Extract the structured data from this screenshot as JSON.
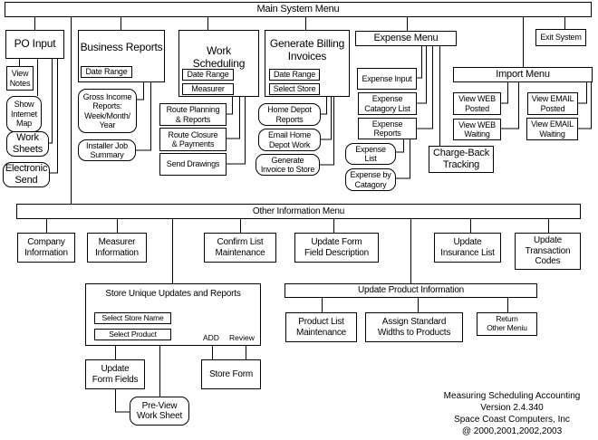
{
  "main_menu": "Main System Menu",
  "po_input": {
    "title": "PO Input",
    "items": [
      "View\nNotes",
      "Show\nInternet\nMap",
      "Work\nSheets",
      "Electronic\nSend"
    ]
  },
  "business_reports": {
    "title": "Business Reports",
    "date_range": "Date Range",
    "items": [
      "Gross Income\nReports:\nWeek/Month/\nYear",
      "Installer Job\nSummary"
    ]
  },
  "work_scheduling": {
    "title": "Work Scheduling",
    "date_range": "Date Range",
    "measurer": "Measurer",
    "items": [
      "Route Planning\n& Reports",
      "Route Closure\n& Payments",
      "Send Drawings"
    ]
  },
  "billing": {
    "title": "Generate Billing\nInvoices",
    "date_range": "Date Range",
    "select_store": "Select Store",
    "items": [
      "Home Depot\nReports",
      "Email Home\nDepot Work",
      "Generate\nInvoice to Store"
    ]
  },
  "expense": {
    "title": "Expense Menu",
    "items": [
      "Expense Input",
      "Expense\nCatagory List",
      "Expense\nReports",
      "Charge-Back\nTracking"
    ],
    "sub": [
      "Expense\nList",
      "Expense by\nCatagory"
    ]
  },
  "import": {
    "title": "Import Menu",
    "items": [
      "View WEB\nPosted",
      "View WEB\nWaiting",
      "View EMAIL\nPosted",
      "View EMAIL\nWaiting"
    ]
  },
  "exit": "Exit System",
  "other_menu": {
    "title": "Other Information Menu",
    "items": [
      "Company\nInformation",
      "Measurer\nInformation",
      "Confirm List\nMaintenance",
      "Update Form\nField Description",
      "Update\nInsurance List",
      "Update\nTransaction\nCodes"
    ]
  },
  "store_unique": {
    "title": "Store Unique Updates and Reports",
    "select_store_name": "Select Store Name",
    "select_product": "Select Product",
    "add": "ADD",
    "review": "Review",
    "update_form_fields": "Update\nForm Fields",
    "store_form": "Store Form",
    "preview": "Pre-View\nWork Sheet"
  },
  "product": {
    "title": "Update Product Information",
    "items": [
      "Product List\nMaintenance",
      "Assign Standard\nWidths to Products",
      "Return\nOther Meniu"
    ]
  },
  "footer": [
    "Measuring Scheduling Accounting",
    "Version 2.4.340",
    "Space Coast Computers, Inc",
    "@ 2000,2001,2002,2003"
  ]
}
